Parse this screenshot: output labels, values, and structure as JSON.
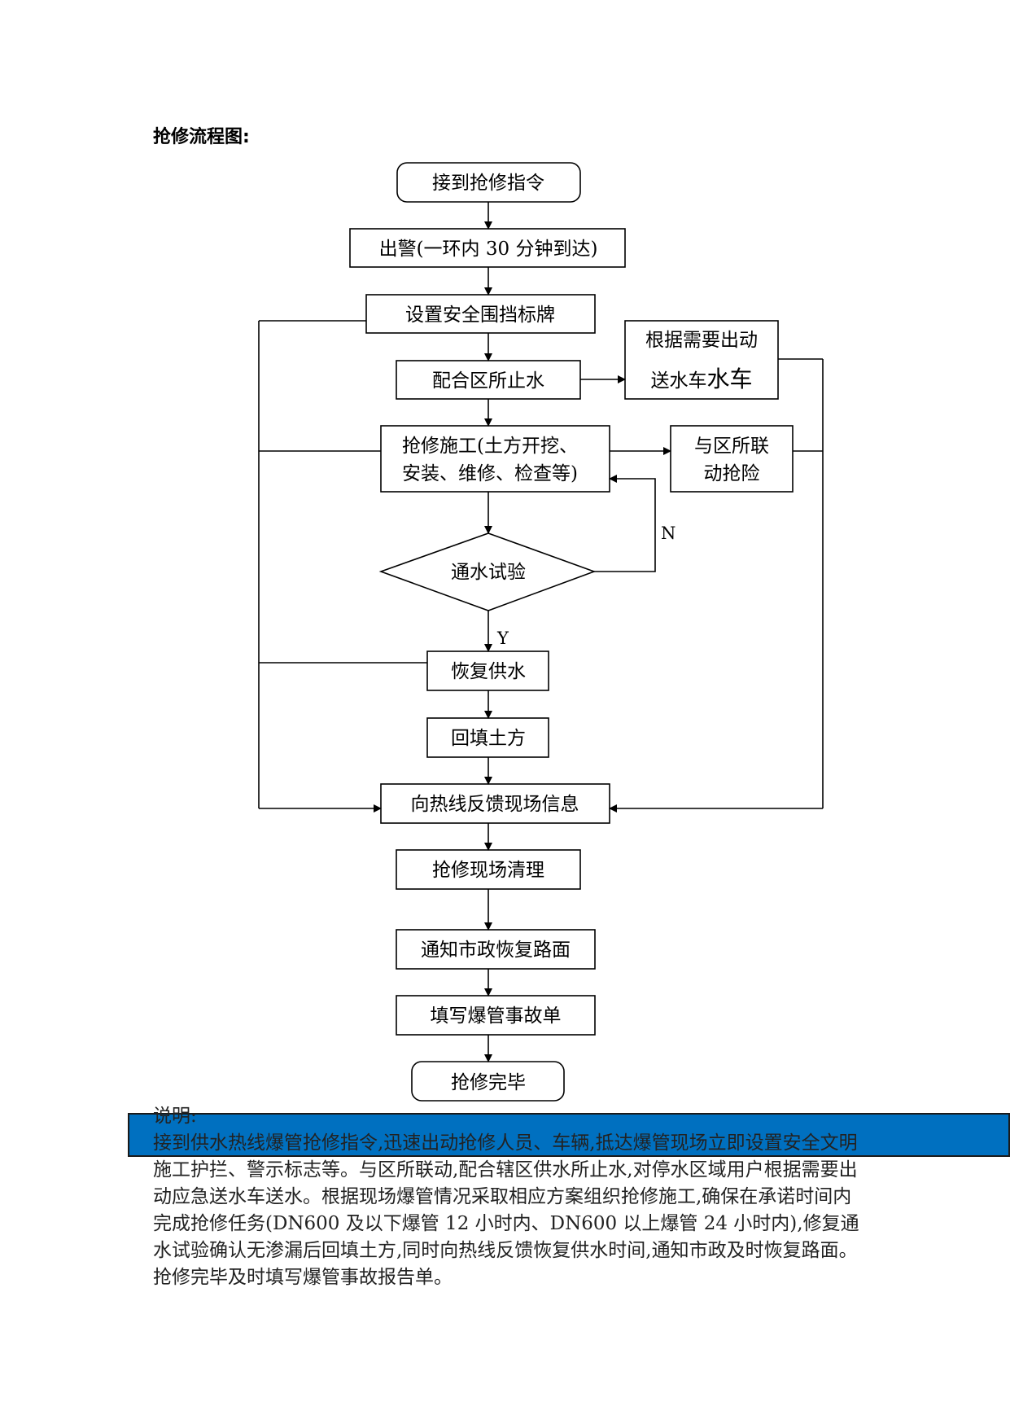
{
  "heading": "抢修流程图:",
  "nodes": {
    "receive": "接到抢修指令",
    "dispatch": "出警(一环内 30 分钟到达)",
    "barrier": "设置安全围挡标牌",
    "shutoff": "配合区所止水",
    "water_truck_1": "根据需要出动",
    "water_truck_2_a": "送水车",
    "water_truck_2_b": "水车",
    "construction_1": "抢修施工(土方开挖、",
    "construction_2": "安装、维修、检查等)",
    "joint_1": "与区所联",
    "joint_2": "动抢险",
    "test": "通水试验",
    "restore": "恢复供水",
    "backfill": "回填土方",
    "feedback": "向热线反馈现场信息",
    "cleanup": "抢修现场清理",
    "notify": "通知市政恢复路面",
    "report": "填写爆管事故单",
    "done": "抢修完毕"
  },
  "branch_labels": {
    "no": "N",
    "yes": "Y"
  },
  "note": {
    "title": "说明:",
    "body": "接到供水热线爆管抢修指令,迅速出动抢修人员、车辆,抵达爆管现场立即设置安全文明施工护拦、警示标志等。与区所联动,配合辖区供水所止水,对停水区域用户根据需要出动应急送水车送水。根据现场爆管情况采取相应方案组织抢修施工,确保在承诺时间内完成抢修任务(DN600 及以下爆管 12 小时内、DN600 以上爆管 24 小时内),修复通水试验确认无渗漏后回填土方,同时向热线反馈恢复供水时间,通知市政及时恢复路面。抢修完毕及时填写爆管事故报告单。"
  },
  "colors": {
    "band": "#0070c0",
    "line": "#000000"
  }
}
